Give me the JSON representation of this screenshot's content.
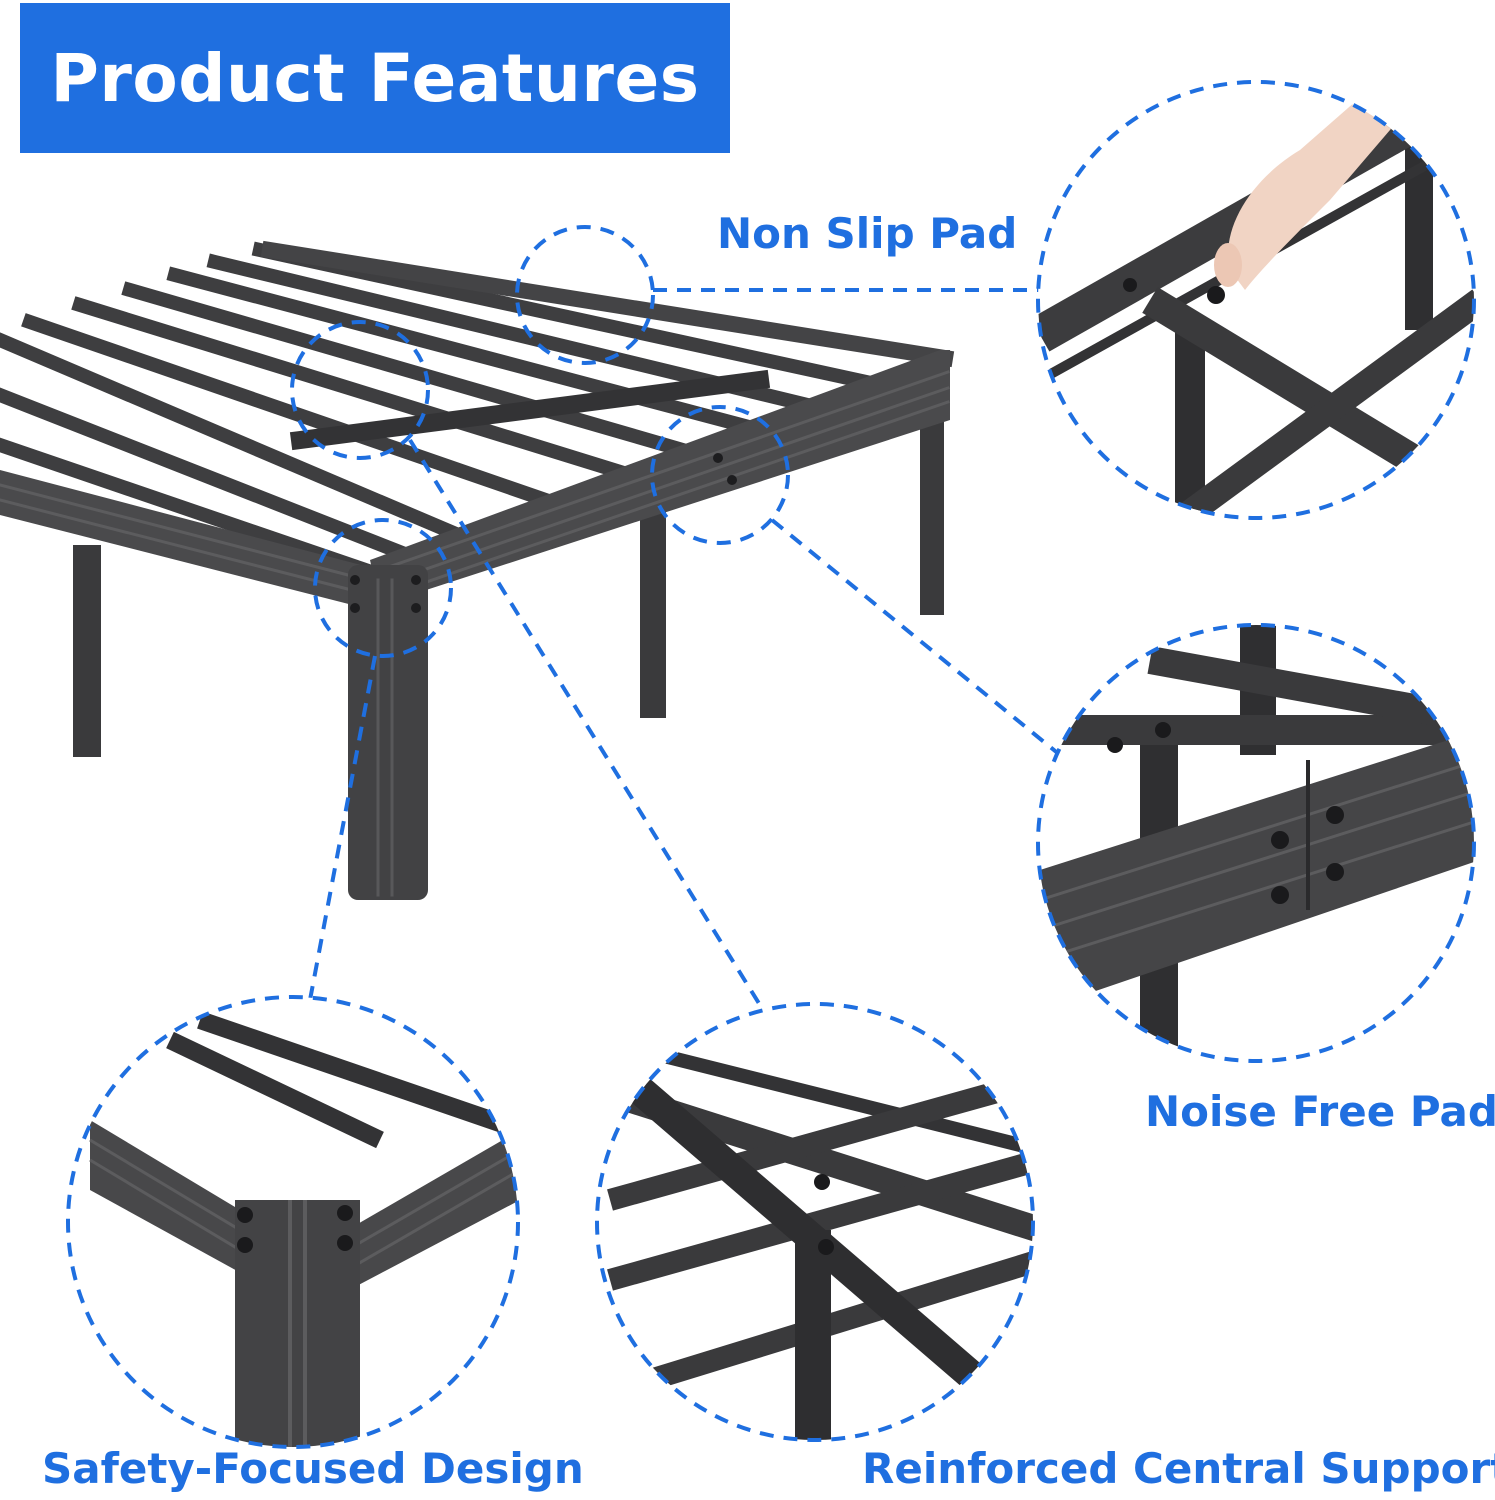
{
  "header": {
    "title": "Product Features"
  },
  "features": {
    "non_slip": "Non Slip Pad",
    "noise_free": "Noise Free Pad",
    "safety": "Safety-Focused Design",
    "central_support": "Reinforced Central Support"
  },
  "colors": {
    "accent": "#1f6fe0",
    "frame": "#3a3a3c",
    "background": "#ffffff"
  }
}
